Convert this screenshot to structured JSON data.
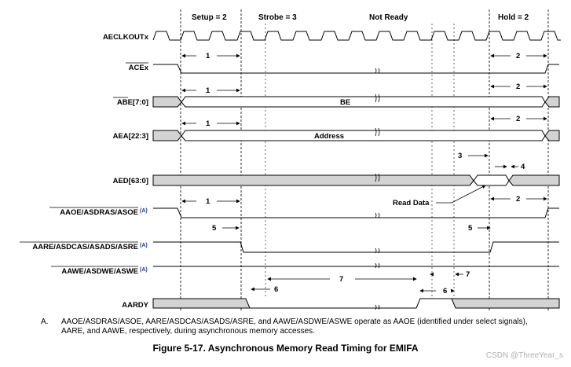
{
  "phases": {
    "setup": "Setup = 2",
    "strobe": "Strobe = 3",
    "not_ready": "Not Ready",
    "hold": "Hold = 2"
  },
  "signals": {
    "clock": "AECLKOUTx",
    "ace": "ACEx",
    "abe": "ABE[7:0]",
    "aea": "AEA[22:3]",
    "aed": "AED[63:0]",
    "aoe": "AAOE/ASDRAS/ASOE",
    "are": "AARE/ASDCAS/ASADS/ASRE",
    "awe": "AAWE/ASDWE/ASWE",
    "ardy": "AARDY",
    "note_marker": "(A)"
  },
  "bus_labels": {
    "be": "BE",
    "address": "Address",
    "read_data": "Read Data"
  },
  "numbers": {
    "n1": "1",
    "n2": "2",
    "n3": "3",
    "n4": "4",
    "n5": "5",
    "n6": "6",
    "n7": "7"
  },
  "note": {
    "tag": "A.",
    "text": "AAOE/ASDRAS/ASOE, AARE/ASDCAS/ASADS/ASRE, and AAWE/ASDWE/ASWE operate as AAOE (identified under select signals), AARE, and AAWE, respectively, during asynchronous memory accesses."
  },
  "caption": "Figure 5-17. Asynchronous Memory Read Timing for EMIFA",
  "watermark": "CSDN @ThreeYear_s"
}
